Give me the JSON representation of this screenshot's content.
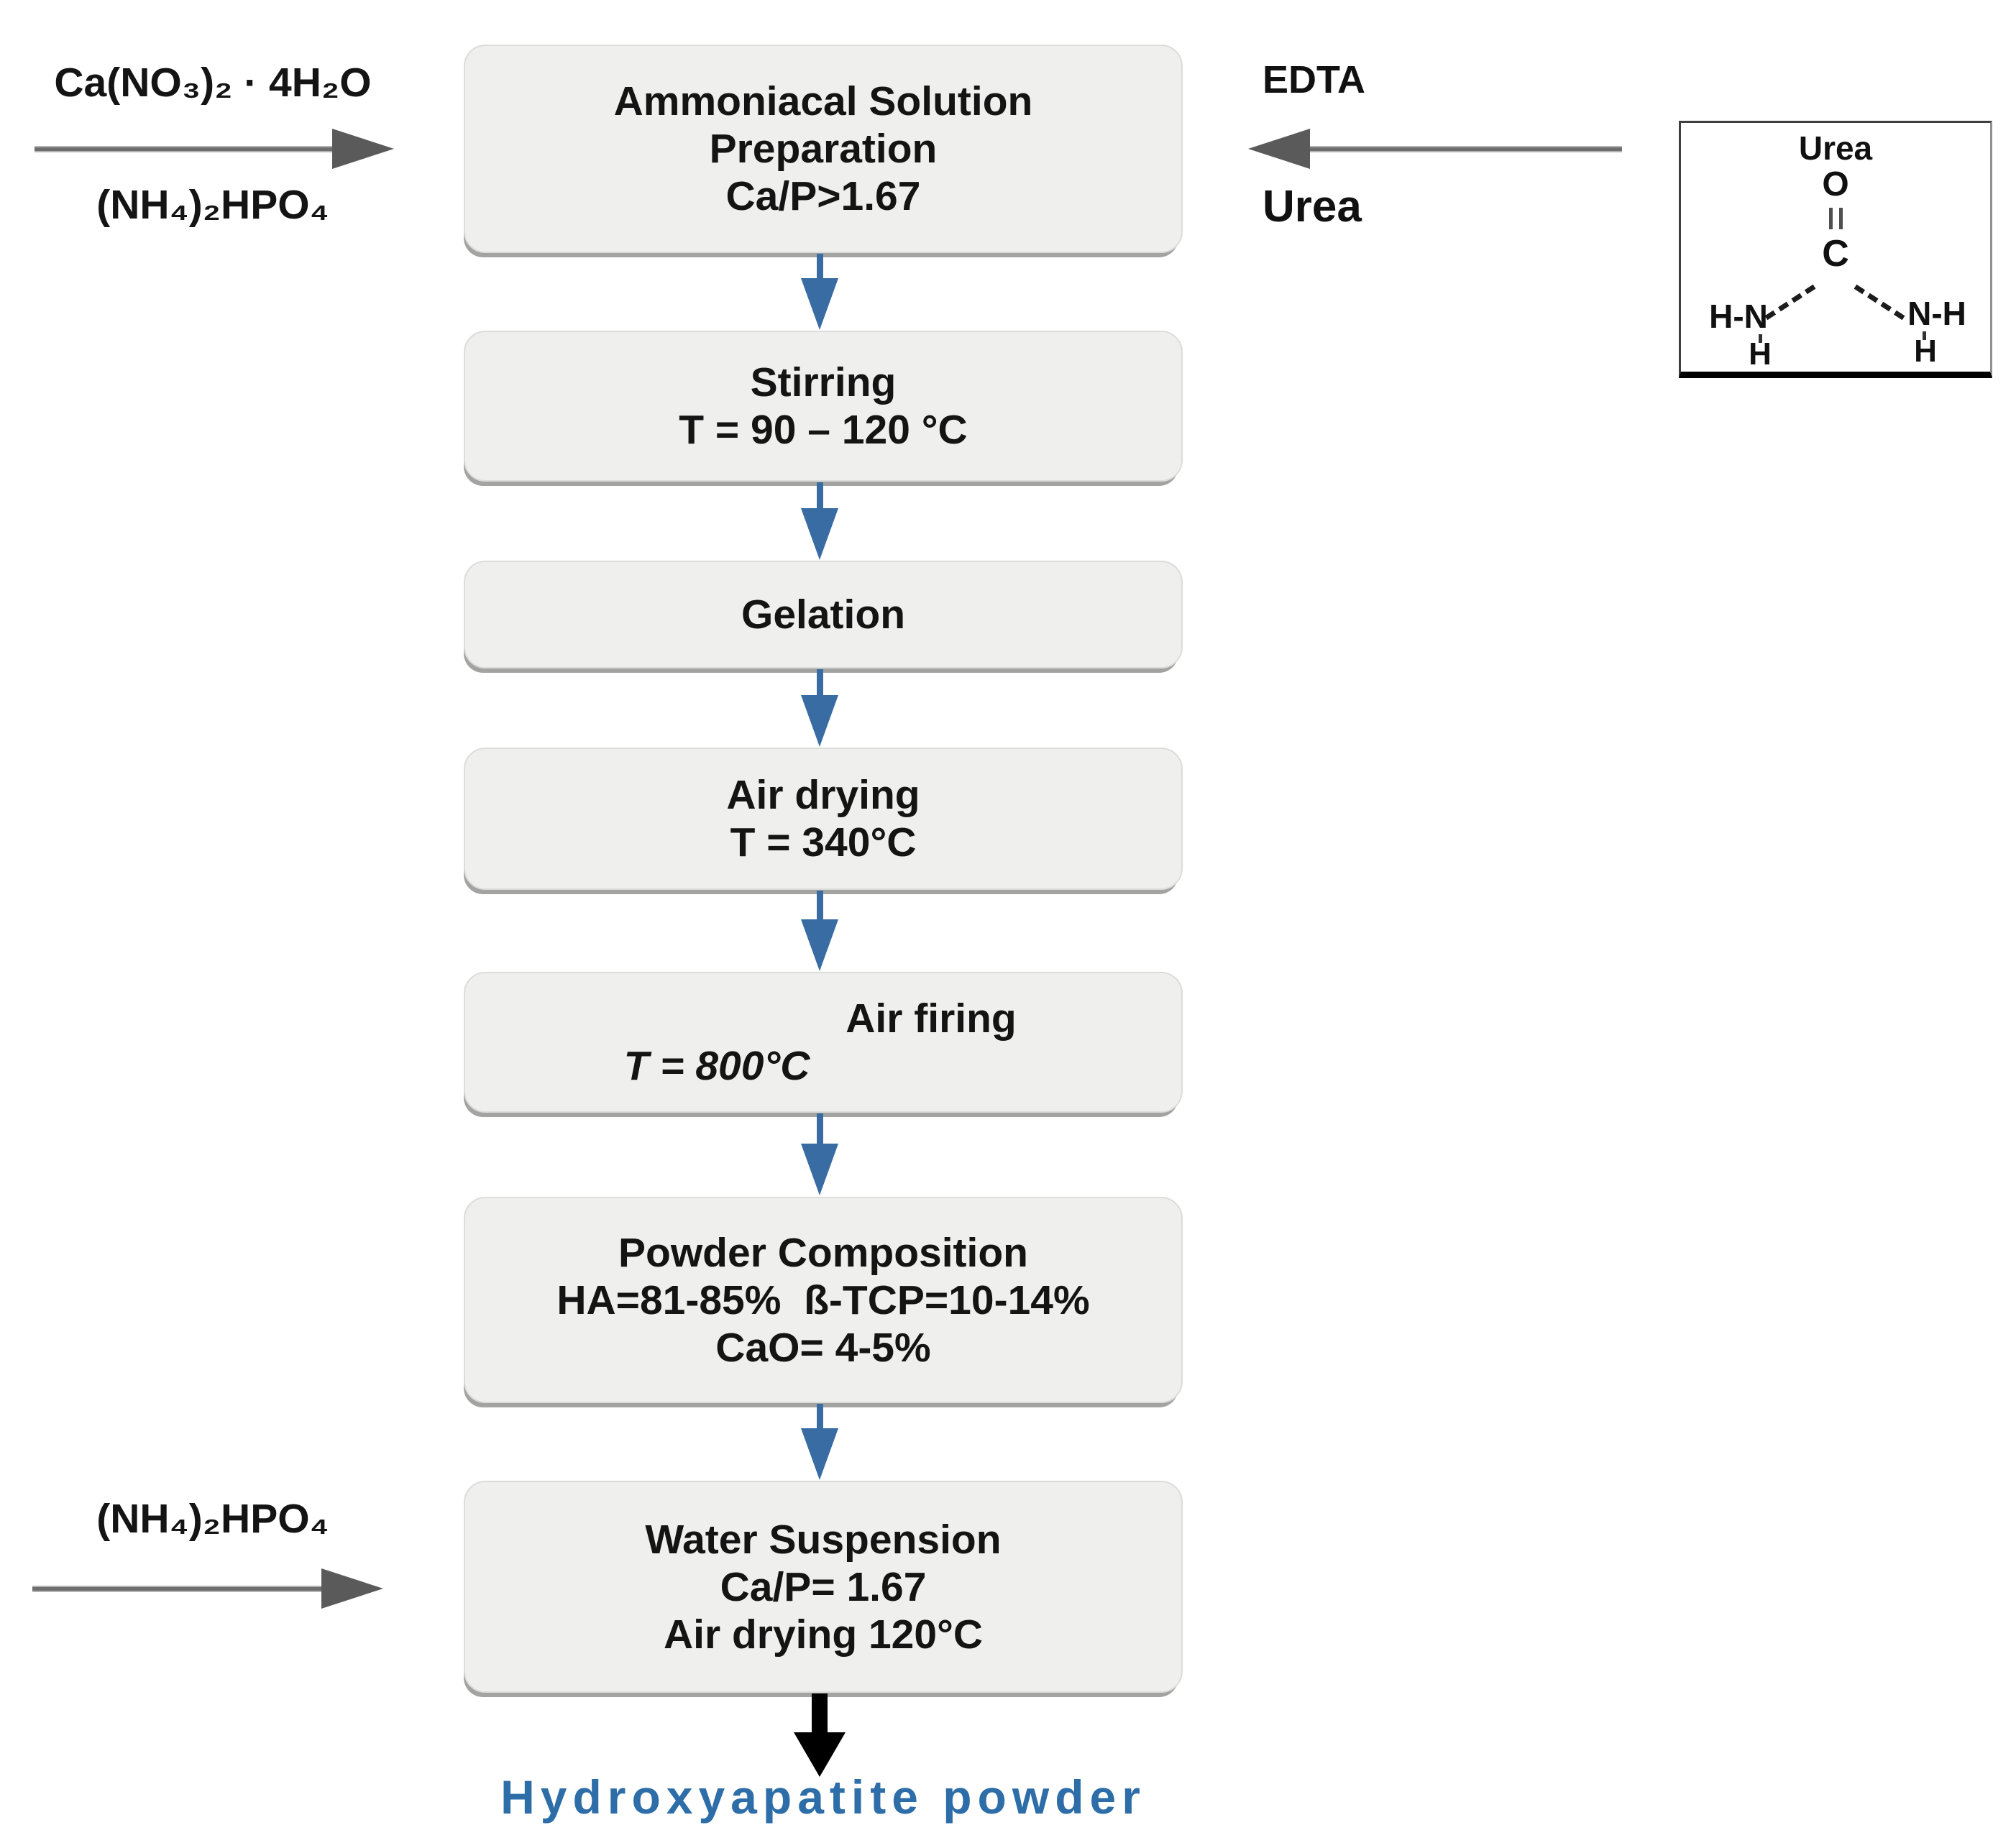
{
  "reagents": {
    "top_left_1": "Ca(NO₃)₂ · 4H₂O",
    "top_left_2": "(NH₄)₂HPO₄",
    "top_right_1": "EDTA",
    "top_right_2": "Urea",
    "bottom_left_1": "(NH₄)₂HPO₄"
  },
  "process": {
    "steps": [
      {
        "lines": [
          "Ammoniacal Solution",
          "Preparation",
          "Ca/P>1.67"
        ]
      },
      {
        "lines": [
          "Stirring",
          "T = 90 – 120 °C"
        ]
      },
      {
        "lines": [
          "Gelation"
        ]
      },
      {
        "lines": [
          "Air drying",
          "T = 340°C"
        ]
      },
      {
        "lines": [
          "Air firing",
          "T = 800°C"
        ]
      },
      {
        "lines": [
          "Powder Composition",
          "HA=81-85%  ß-TCP=10-14%",
          "CaO= 4-5%"
        ]
      },
      {
        "lines": [
          "Water Suspension",
          "Ca/P= 1.67",
          "Air drying 120°C"
        ]
      }
    ],
    "final_product": "Hydroxyapatite powder"
  },
  "urea_structure": {
    "title": "Urea",
    "oxygen": "O",
    "carbon": "C",
    "amine_left": "H-N",
    "amine_right": "N-H",
    "hydrogen_left": "H",
    "hydrogen_right": "H"
  },
  "colors": {
    "box_fill": "#efefed",
    "flow_arrow_blue": "#386ca3",
    "reagent_arrow_gray": "#6e6e6e",
    "final_arrow_black": "#000000",
    "final_text_blue": "#2d6da8"
  }
}
